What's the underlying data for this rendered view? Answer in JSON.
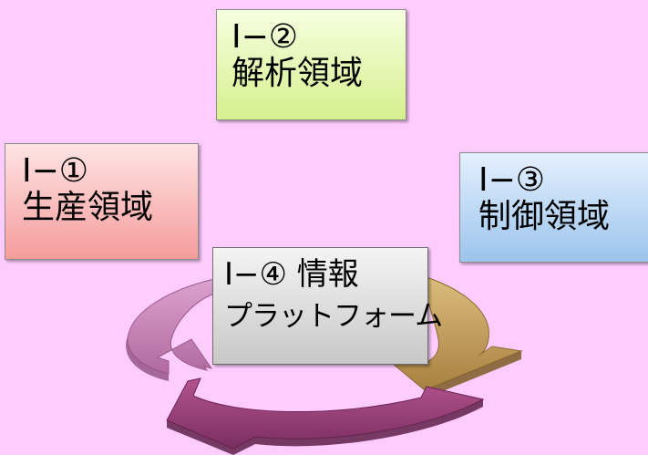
{
  "boxes": {
    "box1": {
      "line1": "I−①",
      "line2": "生産領域"
    },
    "box2": {
      "line1": "I−②",
      "line2": "解析領域"
    },
    "box3": {
      "line1": "I−③",
      "line2": "制御領域"
    },
    "box4": {
      "line1": "I−④ 情報",
      "line2": "プラットフォーム"
    }
  },
  "colors": {
    "background": "#ffccff",
    "box1_fill": "#f59c9c",
    "box2_fill": "#d6f08e",
    "box3_fill": "#9cc4ec",
    "box4_fill": "#c8c8c8",
    "arrow_left": "#c87eb6",
    "arrow_right": "#c4a060",
    "arrow_bottom": "#a64a86"
  }
}
